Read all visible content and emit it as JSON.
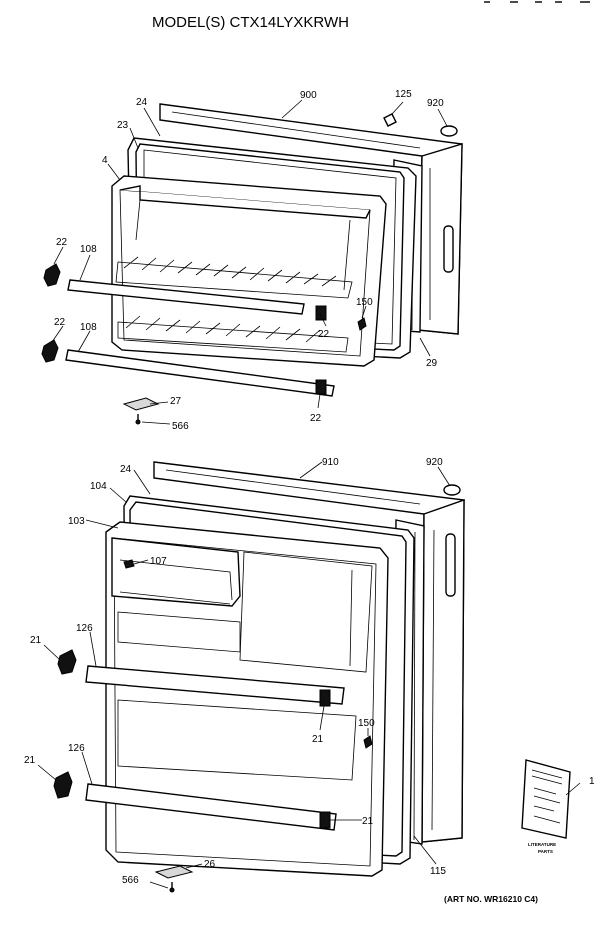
{
  "title": "MODEL(S) CTX14LYXKRWH",
  "art_number": "(ART NO. WR16210 C4)",
  "literature": {
    "label_line1": "LITERATURE",
    "label_line2": "PARTS",
    "callout": "1"
  },
  "callouts": {
    "freezer_door": "900",
    "freezer_door_plug": "125",
    "freezer_cap": "920",
    "freezer_gasket_retainer": "24",
    "freezer_gasket": "23",
    "freezer_liner": "4",
    "freezer_shelf_support_top": "22",
    "freezer_shelf_top": "108",
    "freezer_shelf_support_bottom": "22",
    "freezer_shelf_bottom": "108",
    "freezer_clip_top": "22",
    "freezer_clip_bottom": "22",
    "freezer_screw": "150",
    "freezer_panel": "29",
    "freezer_hinge": "27",
    "freezer_hinge_screw": "566",
    "fresh_door": "910",
    "fresh_cap": "920",
    "fresh_gasket_retainer": "24",
    "fresh_gasket": "104",
    "fresh_liner": "103",
    "fresh_dairy": "107",
    "fresh_support_top": "21",
    "fresh_shelf_top": "126",
    "fresh_support_bottom": "21",
    "fresh_shelf_bottom": "126",
    "fresh_clip_mid": "21",
    "fresh_clip_bottom": "21",
    "fresh_screw": "150",
    "fresh_panel": "115",
    "fresh_hinge": "26",
    "fresh_hinge_screw": "566"
  }
}
